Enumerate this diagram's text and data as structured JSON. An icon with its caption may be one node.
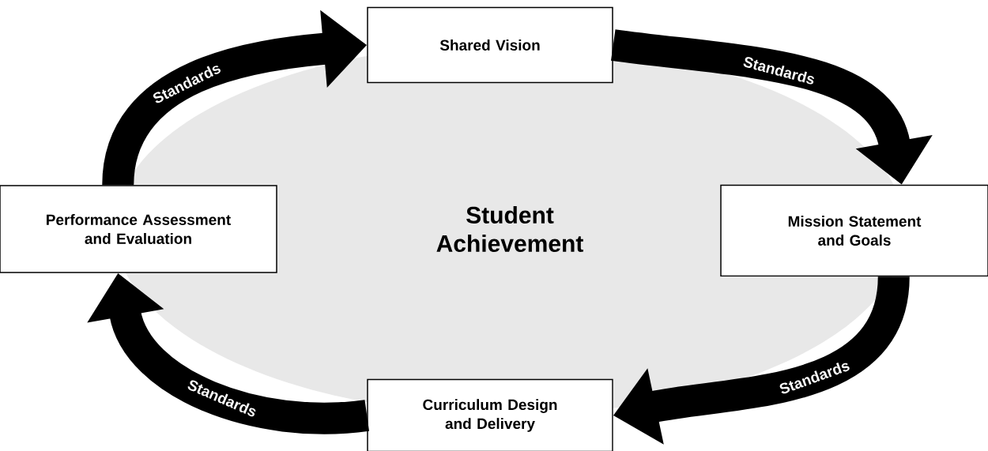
{
  "diagram": {
    "nodes": [
      {
        "text": [
          "Shared Vision"
        ]
      },
      {
        "text": [
          "Performance Assessment and Evaluation"
        ]
      },
      {
        "text": [
          "Student Achievement"
        ]
      },
      {
        "text": [
          "Mission Statement and Goals"
        ]
      },
      {
        "text": [
          "Curriculum Design and Delivery"
        ]
      }
    ],
    "edges": [
      {
        "from": 0,
        "to": 3,
        "arrow": "to",
        "label": "Standards"
      },
      {
        "from": 3,
        "to": 4,
        "arrow": "to",
        "label": "Standards"
      },
      {
        "from": 4,
        "to": 1,
        "arrow": "to",
        "label": "Standards"
      },
      {
        "from": 1,
        "to": 0,
        "arrow": "to",
        "label": "Standards"
      }
    ]
  }
}
